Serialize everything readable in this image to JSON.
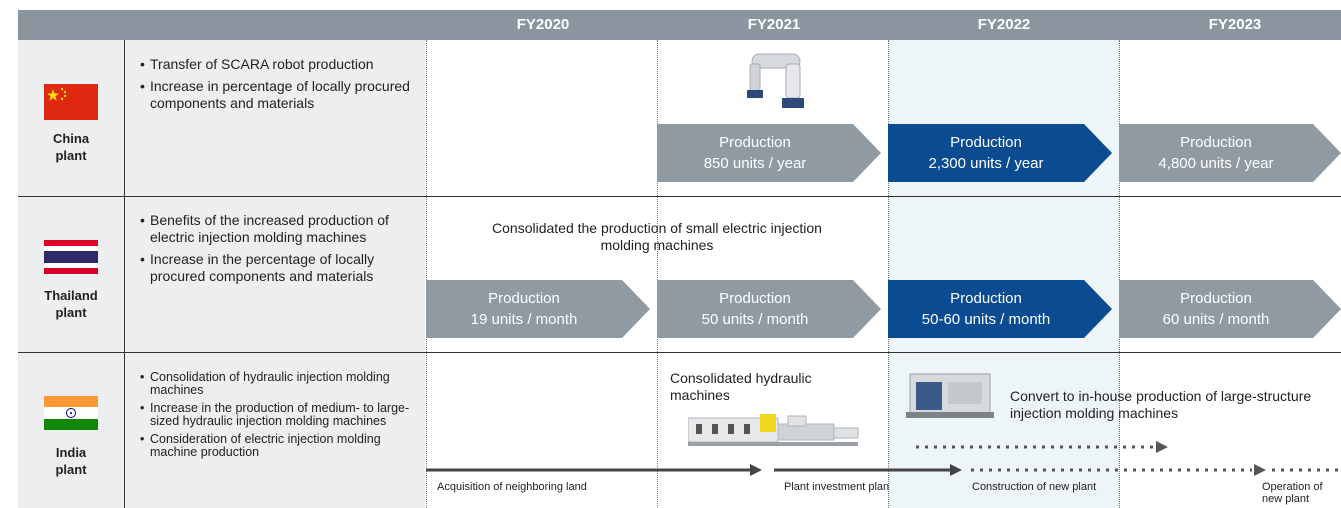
{
  "header": {
    "years": [
      "FY2020",
      "FY2021",
      "FY2022",
      "FY2023"
    ]
  },
  "plants": {
    "china": {
      "name": "China\nplant",
      "bullets": [
        "Transfer of SCARA robot production",
        "Increase in percentage of locally procured components and materials"
      ],
      "production": [
        {
          "label": "Production",
          "value": "850 units / year"
        },
        {
          "label": "Production",
          "value": "2,300 units / year"
        },
        {
          "label": "Production",
          "value": "4,800 units / year"
        }
      ]
    },
    "thailand": {
      "name": "Thailand\nplant",
      "bullets": [
        "Benefits of the increased production of electric injection molding machines",
        "Increase in the percentage of locally procured components and materials"
      ],
      "note": "Consolidated the production of small electric injection molding machines",
      "production": [
        {
          "label": "Production",
          "value": "19 units / month"
        },
        {
          "label": "Production",
          "value": "50 units / month"
        },
        {
          "label": "Production",
          "value": "50-60 units / month"
        },
        {
          "label": "Production",
          "value": "60 units / month"
        }
      ]
    },
    "india": {
      "name": "India\nplant",
      "bullets": [
        "Consolidation of hydraulic injection molding machines",
        "Increase in the production of medium- to large-sized hydraulic injection molding machines",
        "Consideration of electric injection molding machine production"
      ],
      "note_hydraulic": "Consolidated hydraulic machines",
      "note_convert": "Convert to in-house production of large-structure injection molding machines",
      "timeline": [
        "Acquisition of neighboring land",
        "Plant investment plan",
        "Construction of new plant",
        "Operation of new plant"
      ]
    }
  },
  "colors": {
    "highlight": "#0a4b91",
    "arrow_gray": "#8f9aa3",
    "header": "#8a959f"
  }
}
